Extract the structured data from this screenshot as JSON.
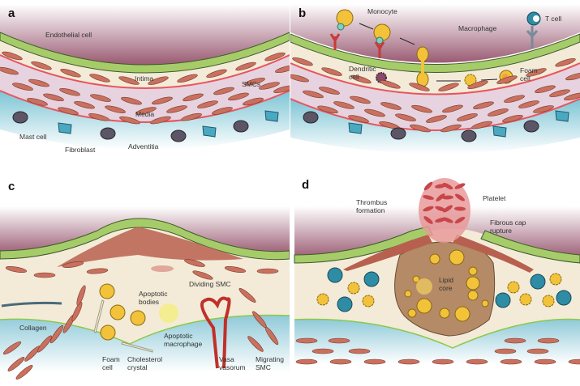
{
  "figure": {
    "panels": [
      {
        "id": "a",
        "label": "a",
        "annotations": {
          "endothelial": "Endothelial cell",
          "intima": "Intima",
          "smcs": "SMCs",
          "media": "Media",
          "mast": "Mast cell",
          "fibroblast": "Fibroblast",
          "adventitia": "Adventitia"
        }
      },
      {
        "id": "b",
        "label": "b",
        "annotations": {
          "monocyte": "Monocyte",
          "tcell": "T cell",
          "macrophage": "Macrophage",
          "dendritic1": "Dendritic",
          "dendritic2": "cell",
          "foam1": "Foam",
          "foam2": "cell"
        }
      },
      {
        "id": "c",
        "label": "c",
        "annotations": {
          "apoptotic_bodies1": "Apoptotic",
          "apoptotic_bodies2": "bodies",
          "dividing_smc": "Dividing SMC",
          "collagen": "Collagen",
          "apoptotic_mac1": "Apoptotic",
          "apoptotic_mac2": "macrophage",
          "foam1": "Foam",
          "foam2": "cell",
          "chol1": "Cholesterol",
          "chol2": "crystal",
          "vasa1": "Vasa",
          "vasa2": "vasorum",
          "migr1": "Migrating",
          "migr2": "SMC"
        }
      },
      {
        "id": "d",
        "label": "d",
        "annotations": {
          "thrombus1": "Thrombus",
          "thrombus2": "formation",
          "platelet": "Platelet",
          "fibrous1": "Fibrous cap",
          "fibrous2": "rupture",
          "lipid1": "Lipid",
          "lipid2": "core"
        }
      }
    ],
    "colors": {
      "lumen": "#a86a82",
      "endothelium": "#a6cc6a",
      "intima": "#f3ebd8",
      "media": "#e6d3df",
      "adventitia": "#9fd2dc",
      "smc": "#c9705e",
      "foam_cell": "#f2c23a",
      "t_cell": "#2e8ca4",
      "fibroblast": "#4aa8c0",
      "mast_cell": "#5c5566",
      "lipid_core": "#b58a66",
      "thrombus": "#c8464a",
      "elastic_lamina": "#e8555e"
    }
  }
}
